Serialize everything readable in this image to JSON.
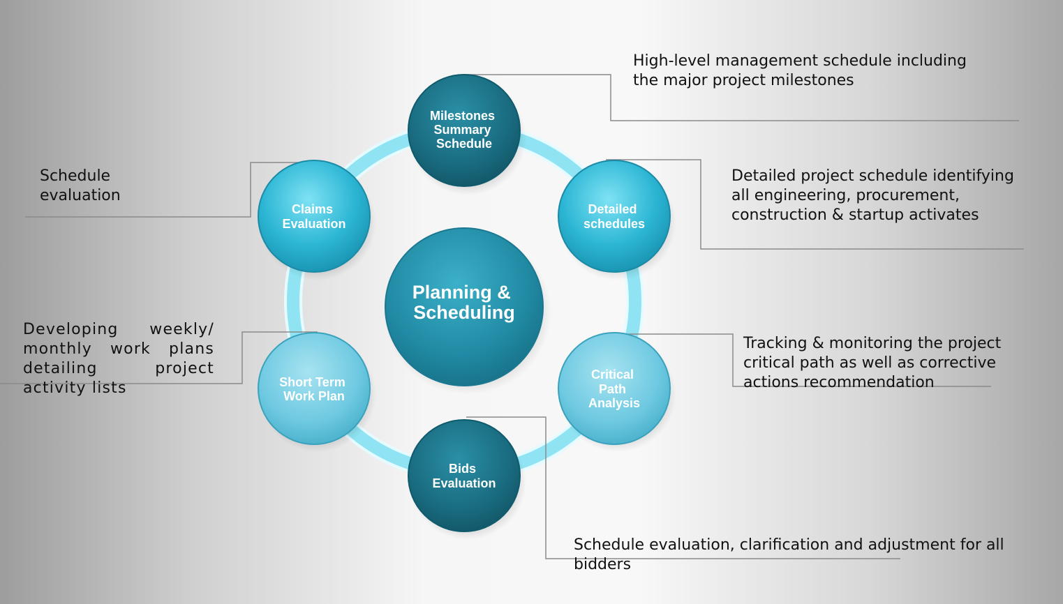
{
  "center": {
    "label_lines": [
      "Planning &",
      "Scheduling"
    ]
  },
  "nodes": [
    {
      "id": "milestones",
      "label_lines": [
        "Milestones",
        "Summary",
        "Schedule"
      ]
    },
    {
      "id": "detailed",
      "label_lines": [
        "Detailed",
        "schedules"
      ]
    },
    {
      "id": "critical",
      "label_lines": [
        "Critical",
        "Path",
        "Analysis"
      ]
    },
    {
      "id": "bids",
      "label_lines": [
        "Bids",
        "Evaluation"
      ]
    },
    {
      "id": "shortterm",
      "label_lines": [
        "Short Term",
        "Work Plan"
      ]
    },
    {
      "id": "claims",
      "label_lines": [
        "Claims",
        "Evaluation"
      ]
    }
  ],
  "captions": {
    "milestones": "High-level management schedule including the major project milestones",
    "detailed": "Detailed project schedule identifying all engineering, procurement, construction & startup activates",
    "critical": "Tracking & monitoring the project critical path as well as corrective actions recommendation",
    "bids": "Schedule evaluation, clarification and adjustment for all bidders",
    "shortterm": "Developing weekly/ monthly work plans detailing project activity lists",
    "claims": "Schedule evaluation"
  },
  "colors": {
    "ring": "#8fe3f2",
    "node_light": "#5fd0e8",
    "node_dark": "#1f7f93",
    "center": "#2a97b0",
    "connector": "#777777"
  }
}
